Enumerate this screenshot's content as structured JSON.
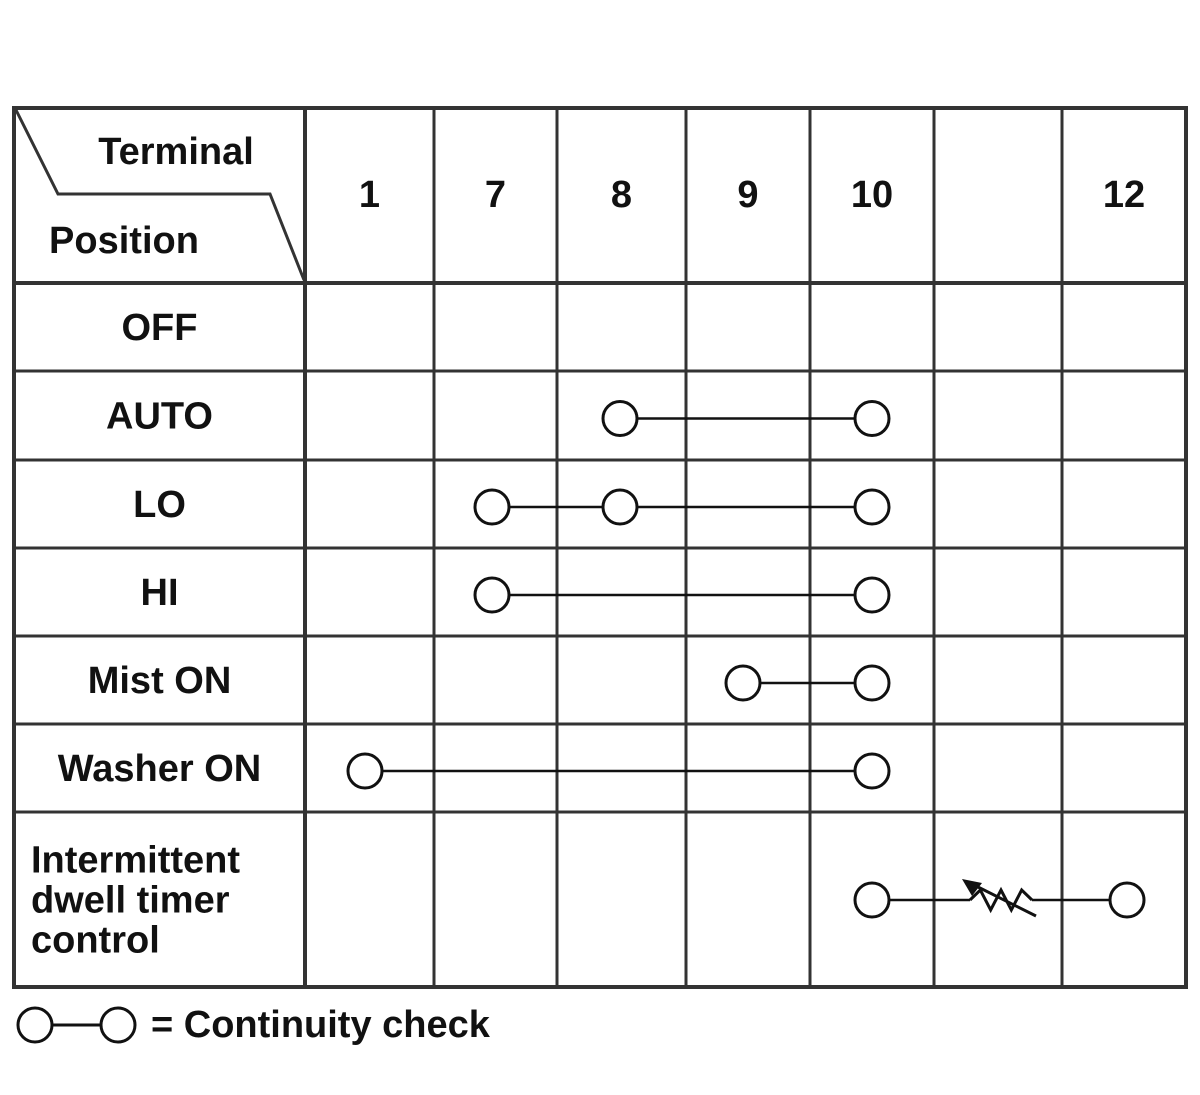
{
  "header": {
    "terminal_label": "Terminal",
    "position_label": "Position",
    "terminals": [
      "1",
      "7",
      "8",
      "9",
      "10",
      "",
      "12"
    ]
  },
  "rows": [
    {
      "label": [
        "OFF"
      ],
      "connections": []
    },
    {
      "label": [
        "AUTO"
      ],
      "connections": [
        {
          "terminals": [
            "8",
            "10"
          ]
        }
      ]
    },
    {
      "label": [
        "LO"
      ],
      "connections": [
        {
          "terminals": [
            "7",
            "8",
            "10"
          ]
        }
      ]
    },
    {
      "label": [
        "HI"
      ],
      "connections": [
        {
          "terminals": [
            "7",
            "10"
          ]
        }
      ]
    },
    {
      "label": [
        "Mist ON"
      ],
      "connections": [
        {
          "terminals": [
            "9",
            "10"
          ]
        }
      ]
    },
    {
      "label": [
        "Washer ON"
      ],
      "connections": [
        {
          "terminals": [
            "1",
            "10"
          ]
        }
      ]
    },
    {
      "label": [
        "Intermittent",
        "dwell timer",
        "control"
      ],
      "connections": [
        {
          "terminals": [
            "10",
            "12"
          ],
          "component": "variable-resistor-icon"
        }
      ]
    }
  ],
  "legend": {
    "symbol": "continuity-symbol-icon",
    "text": "= Continuity check"
  },
  "colors": {
    "line": "#333333",
    "text": "#111111",
    "background": "#ffffff"
  }
}
